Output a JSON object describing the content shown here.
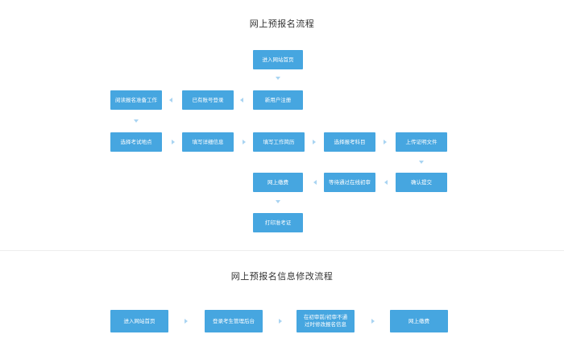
{
  "section1": {
    "title": "网上预报名流程",
    "steps": {
      "enter_site": "进入网站首页",
      "new_user_register": "新用户注册",
      "existing_login": "已有账号登录",
      "read_prep": "阅读报名准备工作",
      "choose_exam_location": "选择考试地点",
      "fill_details": "填写详细信息",
      "fill_resume": "填写工作简历",
      "choose_subject": "选择报考科目",
      "upload_docs": "上传证明文件",
      "confirm_submit": "确认提交",
      "wait_review": "等待通过在线初审",
      "online_payment": "网上缴费",
      "print_ticket": "打印准考证"
    }
  },
  "section2": {
    "title": "网上预报名信息修改流程",
    "steps": {
      "enter_site": "进入网站首页",
      "login_backend": "登录考生管理后台",
      "modify_info": "在初审前/初审不通\n过时修改报名信息",
      "online_payment": "网上缴费"
    }
  },
  "colors": {
    "box": "#46a6e0",
    "arrow": "#a9d4f2",
    "divider": "#eeeeee"
  }
}
